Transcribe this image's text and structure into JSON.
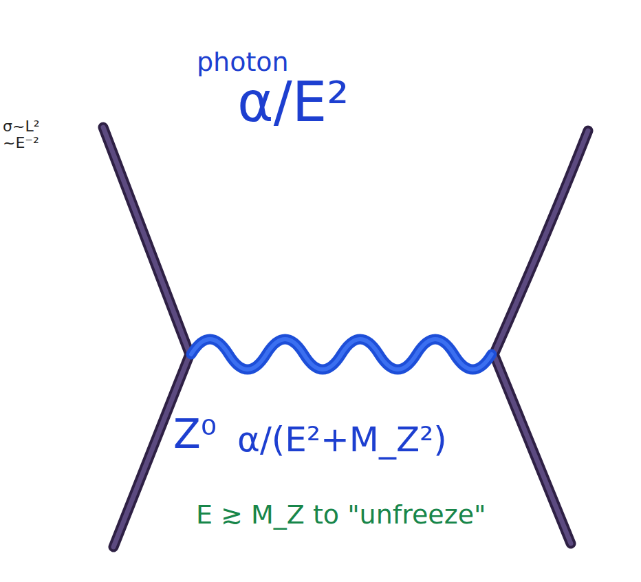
{
  "diagram": {
    "labels": [
      "photon",
      "α/E²",
      "σ~L² ~E⁻²",
      "Z⁰",
      "α/(E²+M_Z²)",
      "E ≳ M_Z to \"unfreeze\""
    ]
  }
}
